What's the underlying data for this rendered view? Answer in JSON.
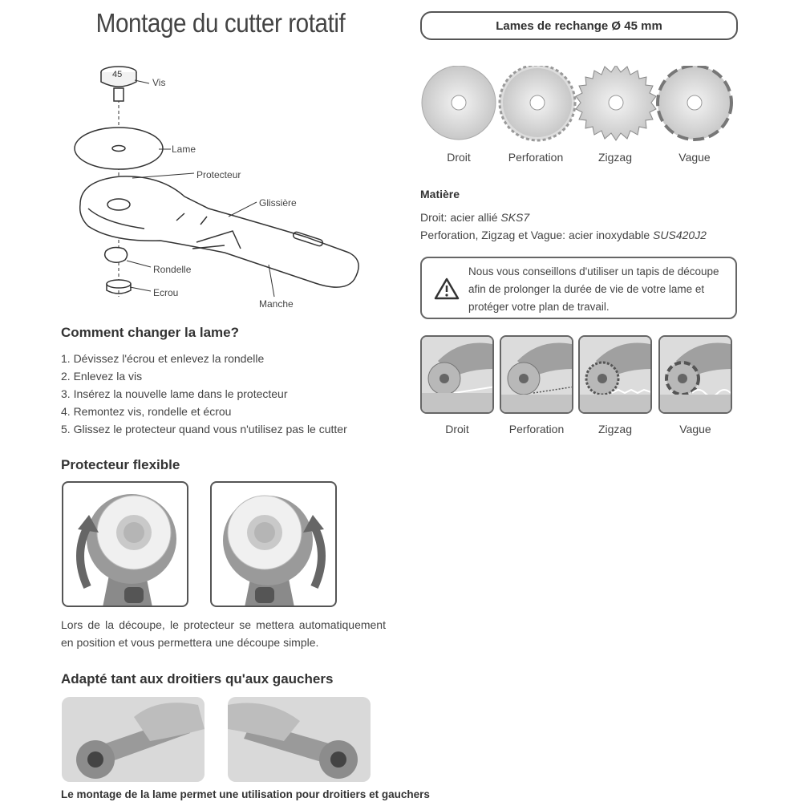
{
  "title": "Montage du cutter rotatif",
  "diagram": {
    "labels": [
      "Vis",
      "Lame",
      "Protecteur",
      "Glissière",
      "Rondelle",
      "Ecrou",
      "Manche"
    ],
    "screw_mark": "45"
  },
  "change_blade": {
    "heading": "Comment changer la lame?",
    "steps": [
      "1. Dévissez l'écrou et enlevez la rondelle",
      "2. Enlevez la vis",
      "3. Insérez la nouvelle lame dans le protecteur",
      "4. Remontez vis, rondelle et écrou",
      "5. Glissez le protecteur quand vous n'utilisez pas le cutter"
    ]
  },
  "flexible": {
    "heading": "Protecteur flexible",
    "text": "Lors de la découpe, le protecteur se mettera automatiquement en position et vous permettera une découpe simple."
  },
  "hands": {
    "heading": "Adapté tant aux droitiers qu'aux gauchers",
    "caption": "Le montage de la lame permet une utilisation pour droitiers et gauchers"
  },
  "blades": {
    "heading": "Lames de rechange Ø 45 mm",
    "names": [
      "Droit",
      "Perforation",
      "Zigzag",
      "Vague"
    ]
  },
  "material": {
    "heading": "Matière",
    "line1_prefix": "Droit: acier allié ",
    "line1_code": "SKS7",
    "line2_prefix": "Perforation, Zigzag et Vague: acier inoxydable ",
    "line2_code": "SUS420J2"
  },
  "advice": {
    "text": "Nous vous conseillons d'utiliser un tapis de découpe afin de prolonger la durée de vie de votre lame et protéger votre plan de travail.",
    "icon": "warning-triangle-icon"
  },
  "demos": {
    "names": [
      "Droit",
      "Perforation",
      "Zigzag",
      "Vague"
    ]
  }
}
